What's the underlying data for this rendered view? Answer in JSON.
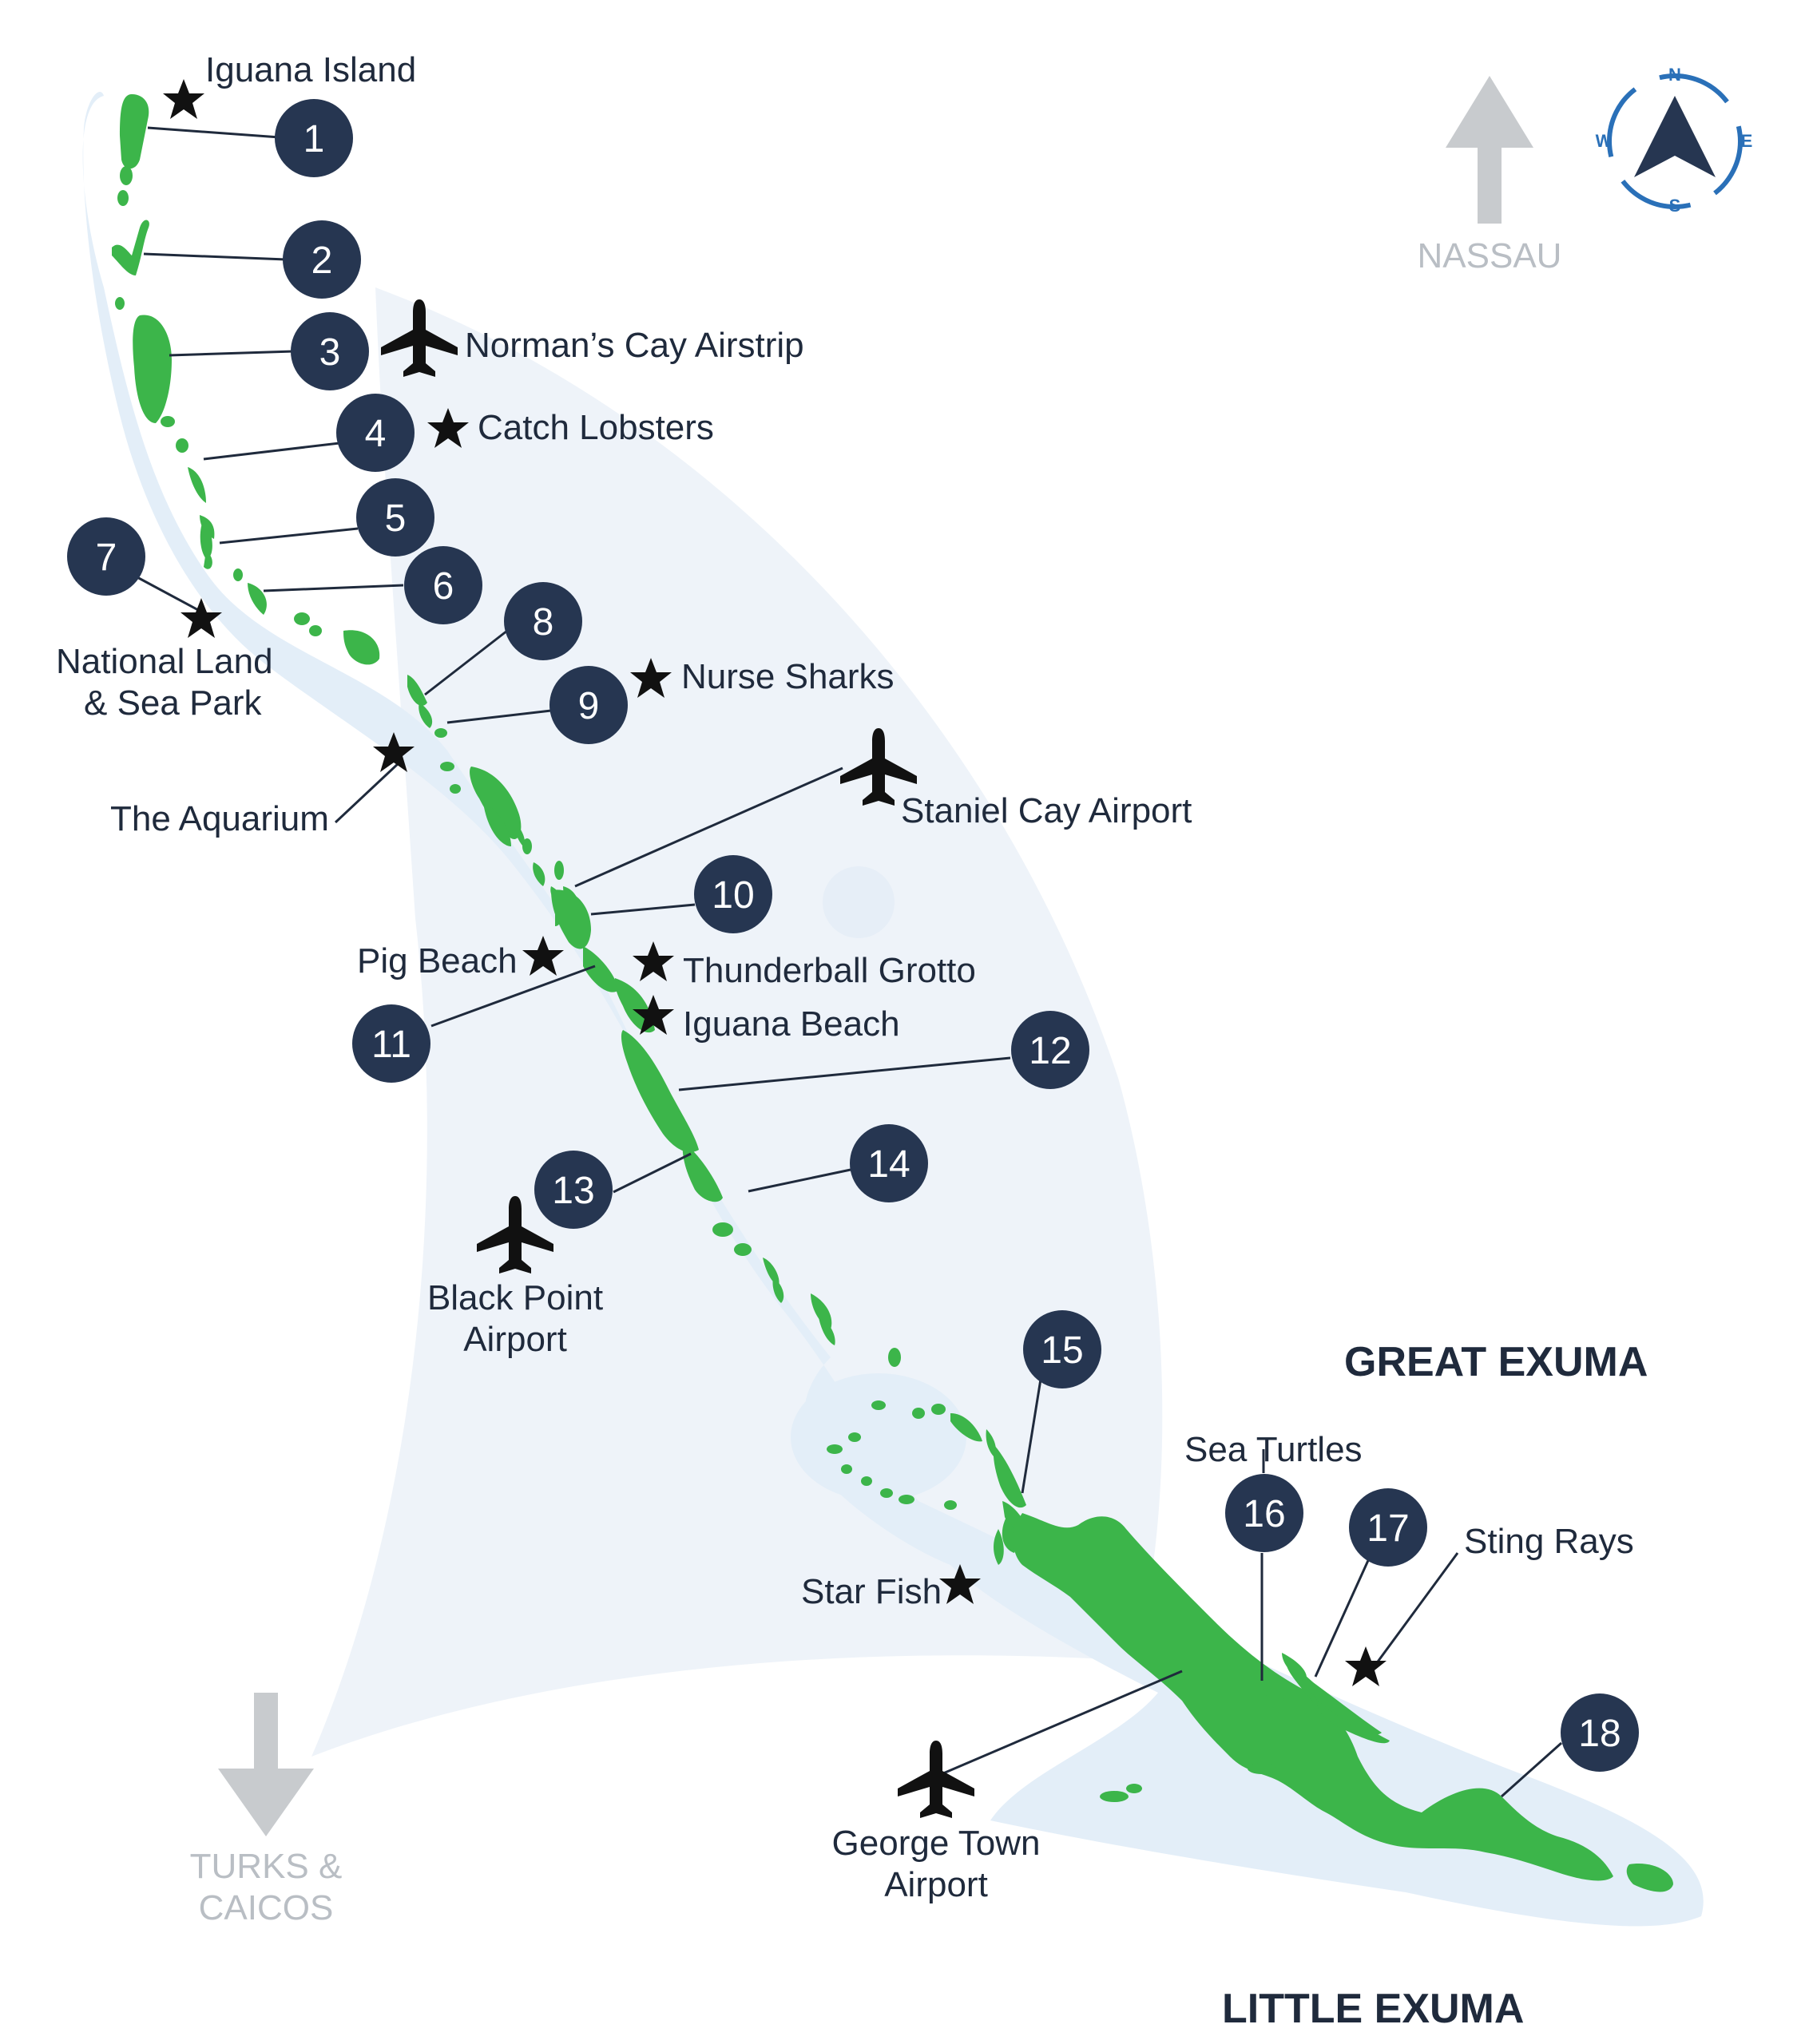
{
  "regions": {
    "great_exuma": "GREAT EXUMA",
    "little_exuma": "LITTLE EXUMA"
  },
  "directions": {
    "north": "NASSAU",
    "south": "TURKS & CAICOS",
    "south_line1": "TURKS &",
    "south_line2": "CAICOS"
  },
  "compass": {
    "n": "N",
    "e": "E",
    "s": "S",
    "w": "W",
    "color": "#2a70b8"
  },
  "markers": [
    "1",
    "2",
    "3",
    "4",
    "5",
    "6",
    "7",
    "8",
    "9",
    "10",
    "11",
    "12",
    "13",
    "14",
    "15",
    "16",
    "17",
    "18"
  ],
  "places": {
    "iguana_island": "Iguana Island",
    "normans_cay": "Norman’s Cay Airstrip",
    "catch_lobsters": "Catch Lobsters",
    "national_park_l1": "National Land",
    "national_park_l2": "& Sea Park",
    "nurse_sharks": "Nurse Sharks",
    "aquarium": "The Aquarium",
    "staniel_cay": "Staniel Cay Airport",
    "pig_beach": "Pig Beach",
    "thunderball": "Thunderball Grotto",
    "iguana_beach": "Iguana Beach",
    "black_point_l1": "Black Point",
    "black_point_l2": "Airport",
    "star_fish": "Star Fish",
    "sea_turtles": "Sea Turtles",
    "sting_rays": "Sting Rays",
    "george_town_l1": "George Town",
    "george_town_l2": "Airport"
  },
  "icons": {
    "star": "star-icon",
    "airport": "airplane-icon",
    "arrow_north": "arrow-up-icon",
    "arrow_south": "arrow-down-icon",
    "compass": "compass-icon"
  },
  "colors": {
    "island": "#3cb54a",
    "shallow_water": "#e3eef8",
    "sail_shape": "#eef3f9",
    "marker_fill": "#263651",
    "text": "#1f2a3c",
    "arrow_gray": "#c8cbce"
  }
}
